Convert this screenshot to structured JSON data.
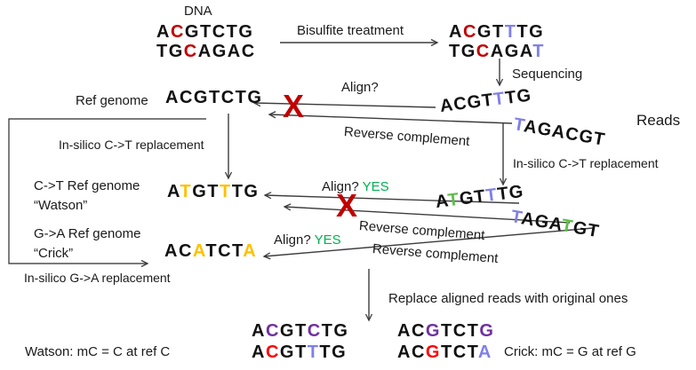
{
  "palette": {
    "black": "#111111",
    "darkred": "#C00000",
    "red": "#FF0000",
    "lavender": "#8080E8",
    "green": "#5FBE4A",
    "yes_green": "#00B050",
    "orange": "#FFC000",
    "purple": "#7030A0",
    "x_red": "#C00000",
    "line": "#3d3d3d"
  },
  "labels": {
    "dna": "DNA",
    "bisulfite": "Bisulfite treatment",
    "sequencing": "Sequencing",
    "ref_genome": "Ref genome",
    "align_q": "Align?",
    "align_yes": "YES",
    "reverse_complement": "Reverse complement",
    "reads": "Reads",
    "insilico_ct": "In-silico C->T replacement",
    "insilico_ga": "In-silico G->A replacement",
    "watson_ref_line1": "C->T Ref genome",
    "watson_ref_line2": "“Watson”",
    "crick_ref_line1": "G->A Ref genome",
    "crick_ref_line2": "“Crick”",
    "replace": "Replace aligned reads with original ones",
    "watson_result": "Watson: mC = C at ref C",
    "crick_result": "Crick: mC = G at ref G",
    "x_mark": "X"
  },
  "sequences": {
    "dna_top": {
      "text": "ACGTCTG",
      "colors": {
        "1": "darkred"
      }
    },
    "dna_bottom": {
      "text": "TGCAGAC",
      "colors": {
        "2": "darkred"
      }
    },
    "bisulfite_top": {
      "text": "ACGTTTG",
      "colors": {
        "1": "darkred",
        "4": "lavender"
      }
    },
    "bisulfite_bottom": {
      "text": "TGCAGAT",
      "colors": {
        "2": "darkred",
        "6": "lavender"
      }
    },
    "ref_genome": {
      "text": "ACGTCTG",
      "colors": {}
    },
    "read1": {
      "text": "ACGTTTG",
      "colors": {
        "4": "lavender"
      }
    },
    "read2": {
      "text": "TAGACGT",
      "colors": {
        "0": "lavender"
      }
    },
    "watson_ref": {
      "text": "ATGTTTG",
      "colors": {
        "1": "orange",
        "4": "orange"
      }
    },
    "crick_ref": {
      "text": "ACATCTA",
      "colors": {
        "2": "orange",
        "6": "orange"
      }
    },
    "read3": {
      "text": "ATGTTTG",
      "colors": {
        "1": "green",
        "4": "lavender"
      }
    },
    "read4": {
      "text": "TAGATGT",
      "colors": {
        "0": "lavender",
        "4": "green"
      }
    },
    "result_watson_ref": {
      "text": "ACGTCTG",
      "colors": {
        "1": "purple",
        "4": "purple"
      }
    },
    "result_watson_read": {
      "text": "ACGTTTG",
      "colors": {
        "1": "red",
        "4": "lavender"
      }
    },
    "result_crick_ref": {
      "text": "ACGTCTG",
      "colors": {
        "2": "purple",
        "6": "purple"
      }
    },
    "result_crick_read": {
      "text": "ACGTCTA",
      "colors": {
        "2": "red",
        "6": "lavender"
      }
    }
  }
}
